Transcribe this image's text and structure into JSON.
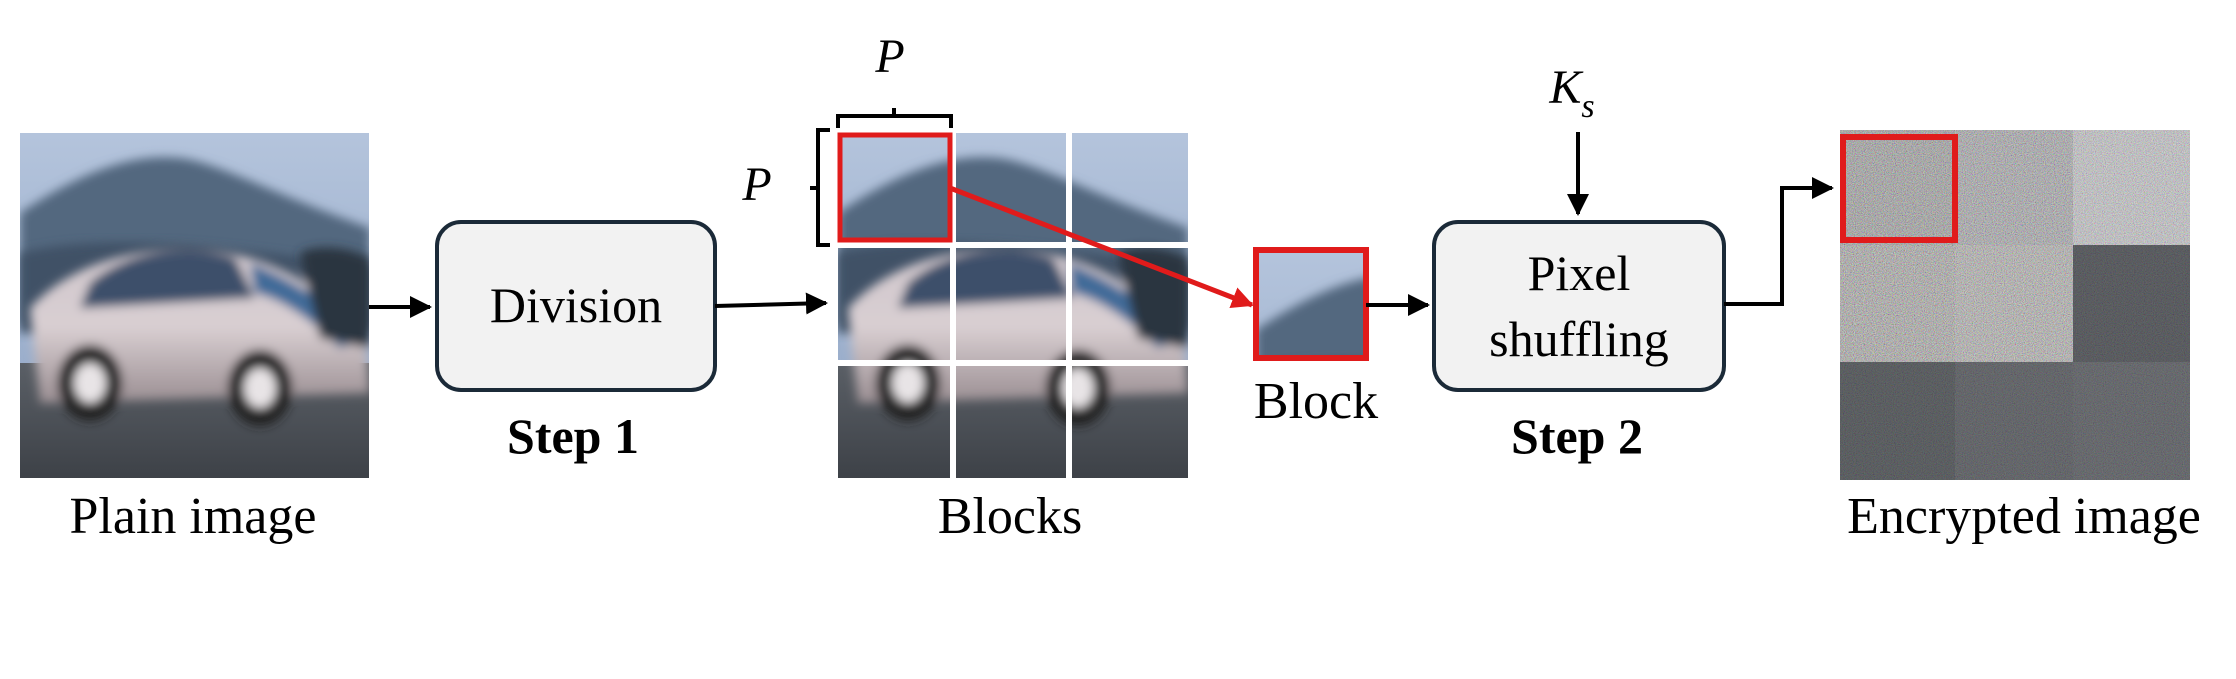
{
  "labels": {
    "plain_image": "Plain image",
    "division": "Division",
    "step1": "Step 1",
    "blocks": "Blocks",
    "block": "Block",
    "pixel_line1": "Pixel",
    "pixel_line2": "shuffling",
    "step2": "Step 2",
    "encrypted_image": "Encrypted image",
    "p_top": "P",
    "p_left": "P",
    "key_main": "K",
    "key_sub": "s"
  },
  "colors": {
    "box_fill": "#f2f2f2",
    "box_stroke": "#1b2a38",
    "highlight": "#e01b1b",
    "arrow": "#000000"
  }
}
